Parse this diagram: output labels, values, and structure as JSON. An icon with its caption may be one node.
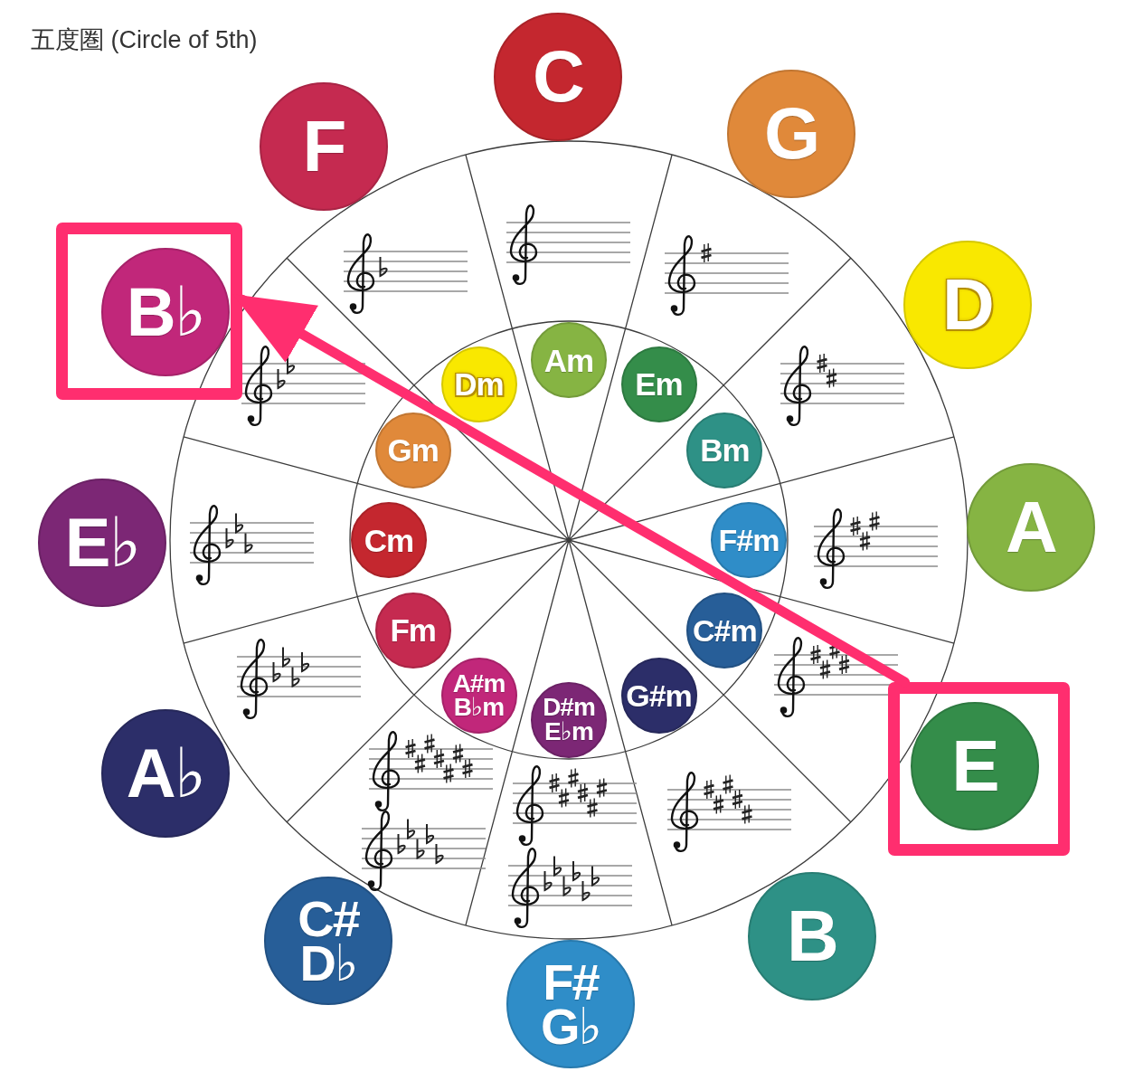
{
  "diagram": {
    "title": "五度圏 (Circle of 5th)",
    "nodes": [
      {
        "text": [
          "C"
        ]
      },
      {
        "text": [
          "G"
        ]
      },
      {
        "text": [
          "D"
        ]
      },
      {
        "text": [
          "A"
        ]
      },
      {
        "text": [],
        "shape": "box"
      },
      {
        "text": [
          "E"
        ],
        "in": 4
      },
      {
        "text": [
          "B"
        ]
      },
      {
        "text": [
          "F# G♭"
        ]
      },
      {
        "text": [
          "C# D♭"
        ]
      },
      {
        "text": [
          "A♭"
        ]
      },
      {
        "text": [
          "E♭"
        ]
      },
      {
        "text": [],
        "shape": "box"
      },
      {
        "text": [
          "B♭"
        ],
        "in": 11
      },
      {
        "text": [
          "F"
        ]
      },
      {
        "text": [
          "Am"
        ]
      },
      {
        "text": [
          "Em"
        ]
      },
      {
        "text": [
          "Bm"
        ]
      },
      {
        "text": [
          "F#m"
        ]
      },
      {
        "text": [
          "C#m"
        ]
      },
      {
        "text": [
          "G#m"
        ]
      },
      {
        "text": [
          "D#m E♭m"
        ]
      },
      {
        "text": [
          "A#m B♭m"
        ]
      },
      {
        "text": [
          "Fm"
        ]
      },
      {
        "text": [
          "Cm"
        ]
      },
      {
        "text": [
          "Gm"
        ]
      },
      {
        "text": [
          "Dm"
        ]
      }
    ],
    "edges": [
      {
        "from": 4,
        "to": 11,
        "arrow": "to",
        "color": "#ff2e6f"
      }
    ]
  }
}
